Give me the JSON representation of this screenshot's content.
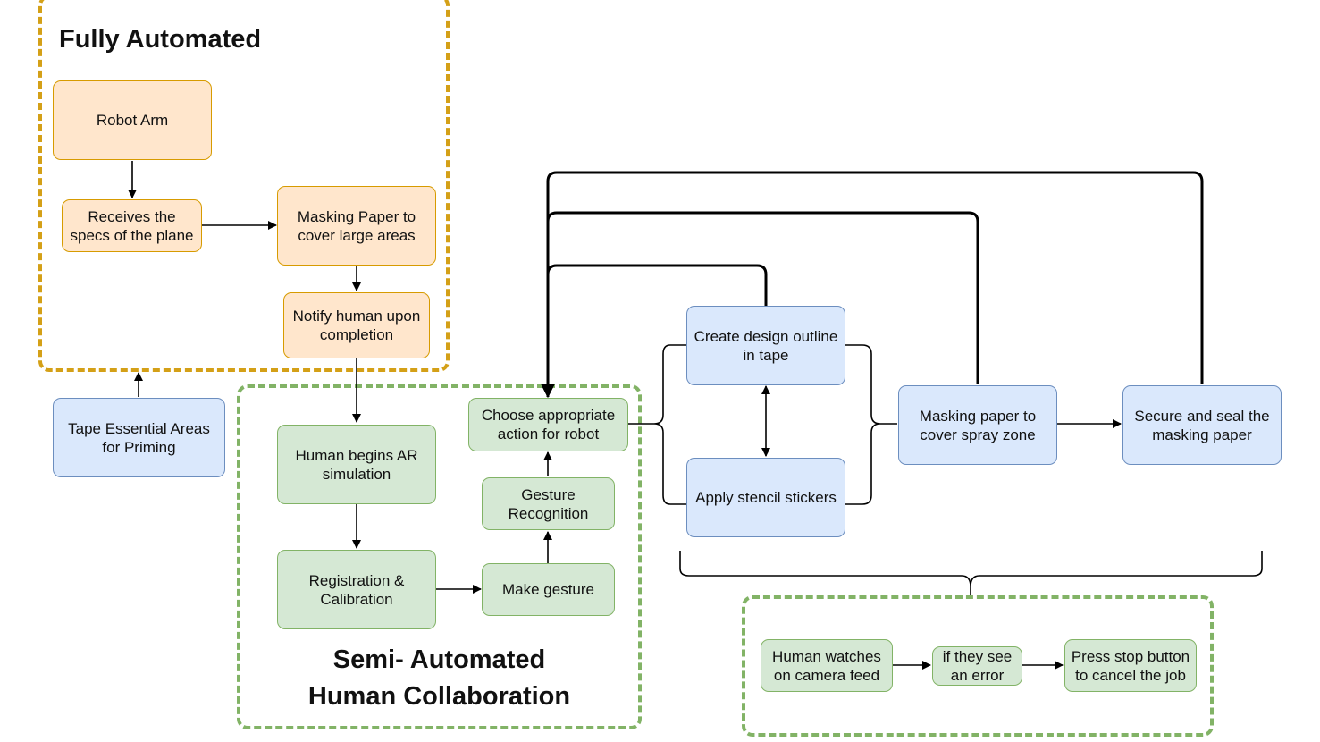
{
  "regions": {
    "fully_automated": {
      "title": "Fully Automated"
    },
    "semi_automated": {
      "title_line1": "Semi- Automated",
      "title_line2": "Human Collaboration"
    },
    "monitoring": {
      "title": ""
    }
  },
  "nodes": {
    "robot_arm": {
      "text": "Robot Arm"
    },
    "receives_specs": {
      "text": "Receives the specs of the plane"
    },
    "masking_paper_large": {
      "text": "Masking Paper to cover large areas"
    },
    "notify_human": {
      "text": "Notify human upon completion"
    },
    "tape_essential": {
      "text": "Tape Essential Areas for Priming"
    },
    "human_begins_ar": {
      "text": "Human begins AR simulation"
    },
    "registration": {
      "text": "Registration & Calibration"
    },
    "make_gesture": {
      "text": "Make gesture"
    },
    "gesture_recognition": {
      "text": "Gesture Recognition"
    },
    "choose_action": {
      "text": "Choose appropriate action for robot"
    },
    "create_outline": {
      "text": "Create design outline in tape"
    },
    "apply_stencil": {
      "text": "Apply stencil stickers"
    },
    "masking_spray": {
      "text": "Masking paper to cover spray zone"
    },
    "secure_seal": {
      "text": "Secure and seal the masking paper"
    },
    "human_watches": {
      "text": "Human watches on camera feed"
    },
    "if_error": {
      "text": "if they see an error"
    },
    "press_stop": {
      "text": "Press stop button to cancel the job"
    }
  },
  "colors": {
    "orange_fill": "#ffe6cc",
    "orange_stroke": "#d79b00",
    "green_fill": "#d5e8d4",
    "green_stroke": "#82b366",
    "blue_fill": "#dae8fc",
    "blue_stroke": "#6c8ebf",
    "orange_region": "#d4a017",
    "green_region": "#82b366"
  }
}
